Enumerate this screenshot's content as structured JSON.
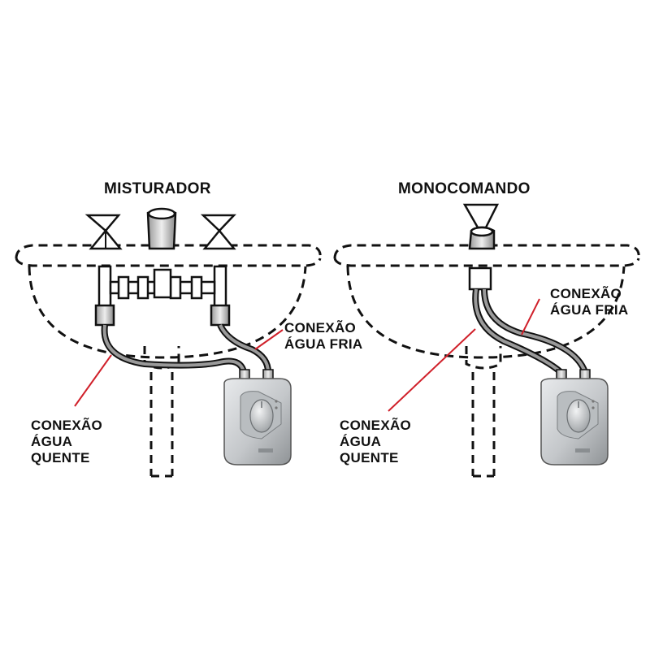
{
  "diagram": {
    "left": {
      "title": "MISTURADOR",
      "label_cold": [
        "CONEXÃO",
        "ÁGUA FRIA"
      ],
      "label_hot": [
        "CONEXÃO",
        "ÁGUA",
        "QUENTE"
      ]
    },
    "right": {
      "title": "MONOCOMANDO",
      "label_cold": [
        "CONEXÃO",
        "ÁGUA FRIA"
      ],
      "label_hot": [
        "CONEXÃO",
        "ÁGUA",
        "QUENTE"
      ]
    },
    "colors": {
      "outline": "#111111",
      "pointer": "#d0202a",
      "hose": "#7a7a7a",
      "heater_body": "#c9cccf"
    }
  }
}
